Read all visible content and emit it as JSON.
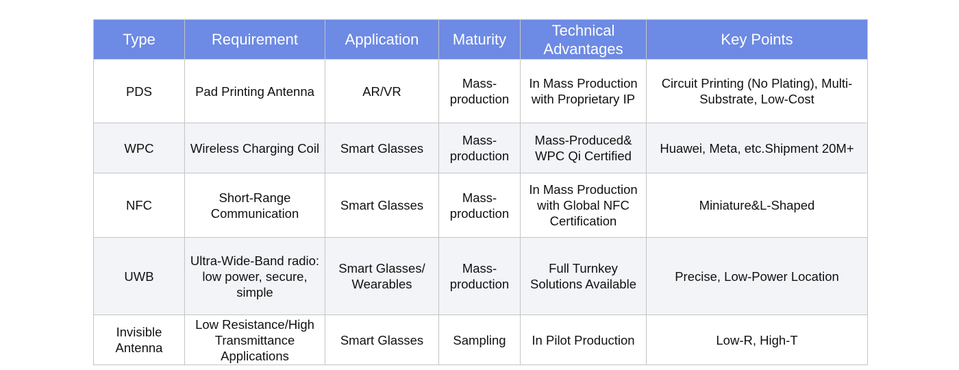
{
  "table": {
    "headers": [
      "Type",
      "Requirement",
      "Application",
      "Maturity",
      "Technical Advantages",
      "Key Points"
    ],
    "rows": [
      [
        "PDS",
        "Pad Printing Antenna",
        "AR/VR",
        "Mass-production",
        "In Mass Production with Proprietary IP",
        "Circuit Printing (No Plating), Multi-Substrate, Low-Cost"
      ],
      [
        "WPC",
        "Wireless Charging Coil",
        "Smart Glasses",
        "Mass-production",
        "Mass-Produced& WPC Qi Certified",
        "Huawei, Meta, etc.Shipment 20M+"
      ],
      [
        "NFC",
        "Short-Range Communication",
        "Smart Glasses",
        "Mass-production",
        "In Mass Production with Global NFC Certification",
        "Miniature&L-Shaped"
      ],
      [
        "UWB",
        "Ultra-Wide-Band radio: low power, secure, simple",
        "Smart Glasses/ Wearables",
        "Mass-production",
        "Full Turnkey Solutions Available",
        "Precise, Low-Power Location"
      ],
      [
        "Invisible Antenna",
        "Low Resistance/High Transmittance Applications",
        "Smart Glasses",
        "Sampling",
        "In Pilot Production",
        "Low-R, High-T"
      ]
    ]
  }
}
